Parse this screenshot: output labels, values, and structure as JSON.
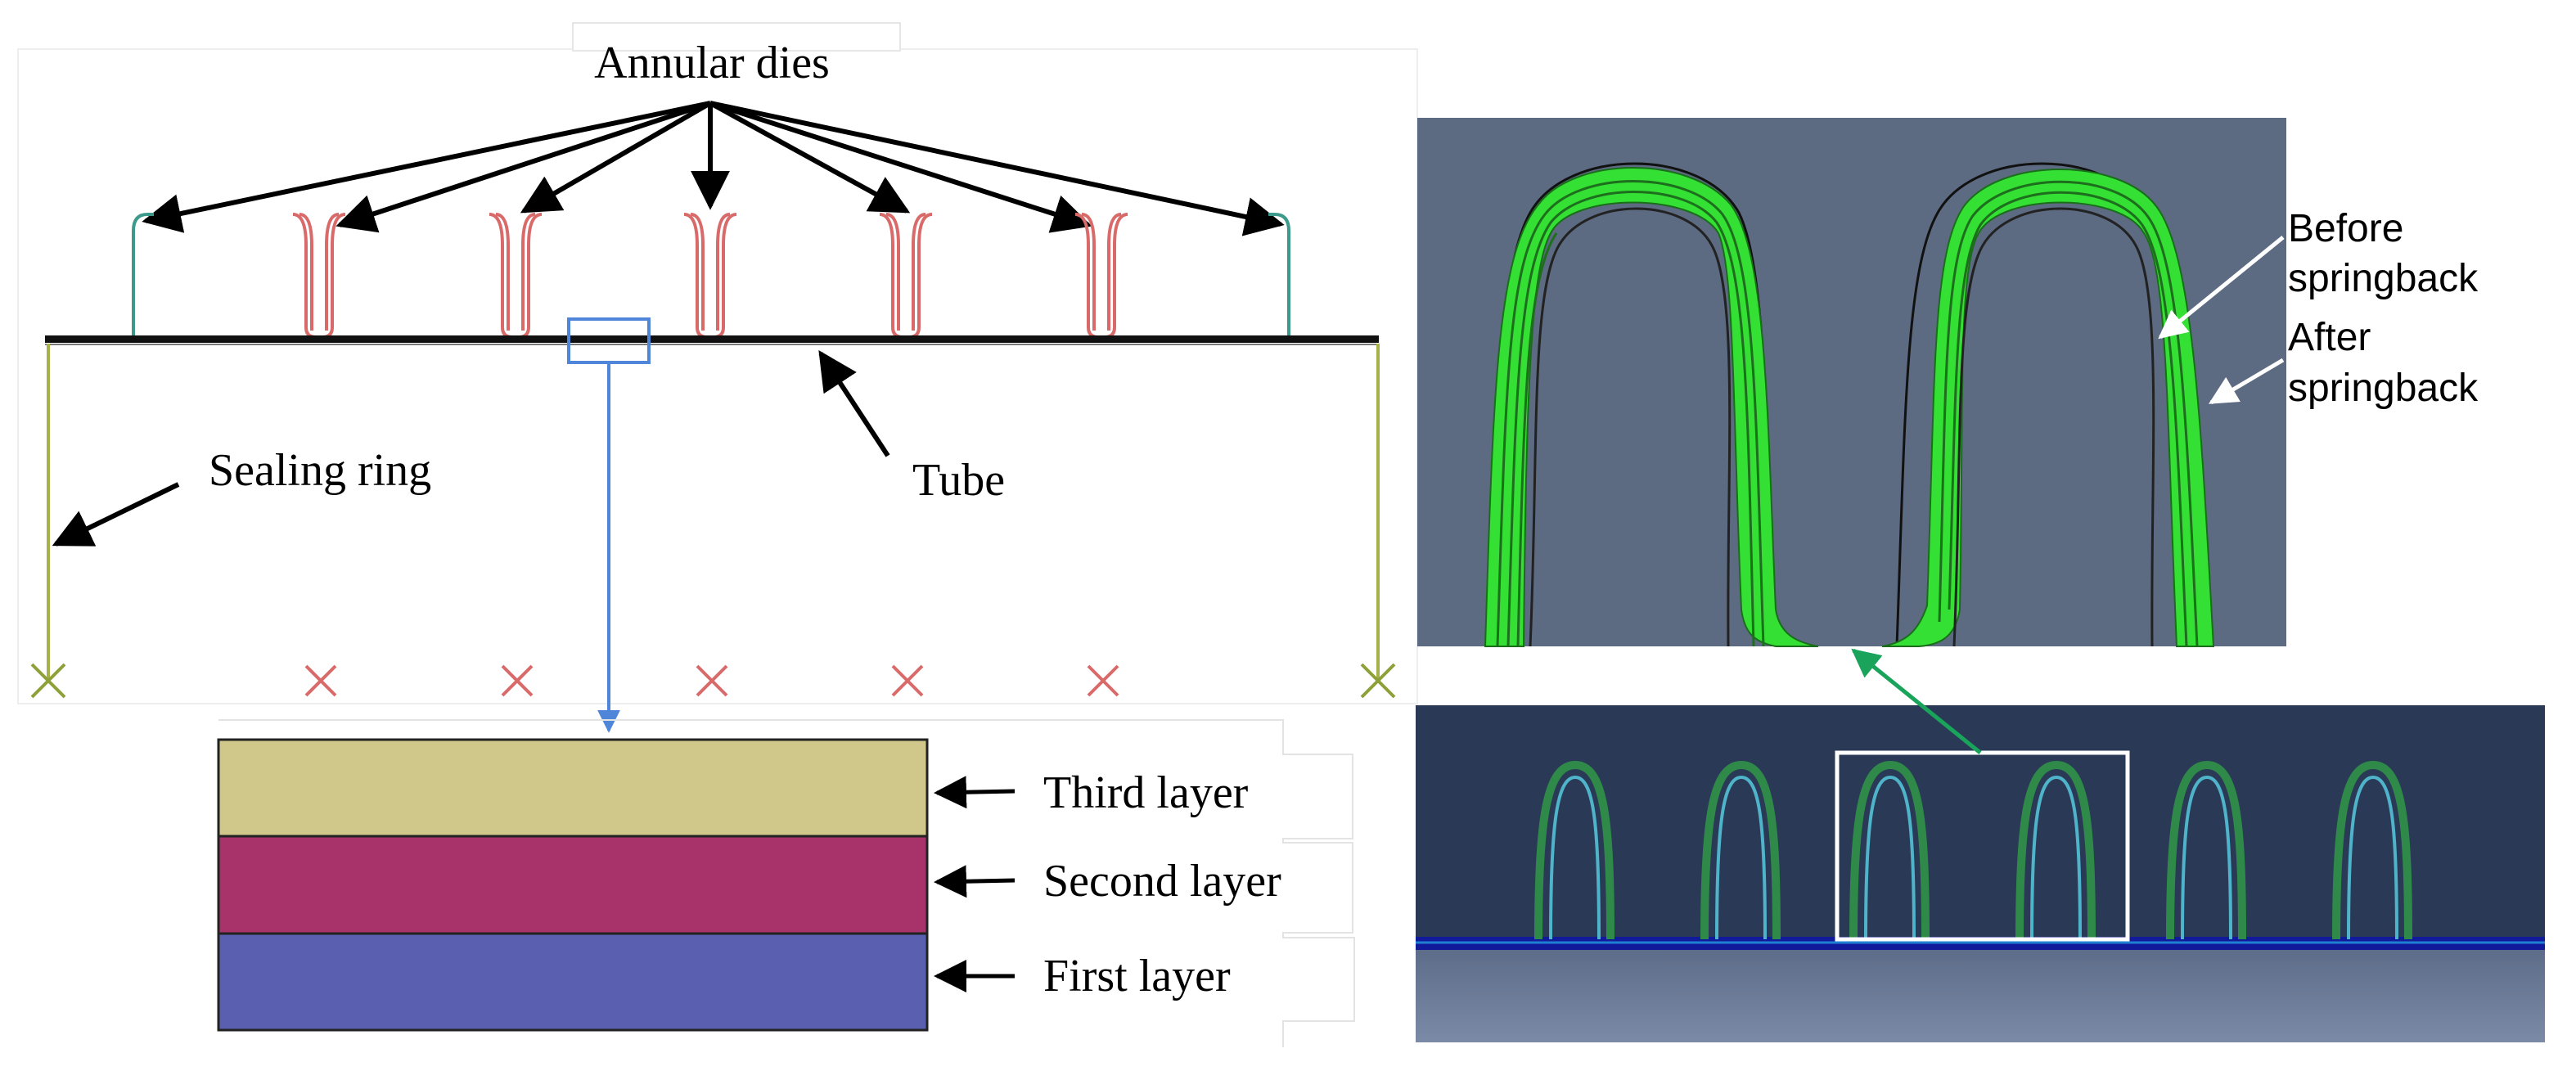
{
  "left_panel": {
    "label_annular_dies": "Annular dies",
    "label_sealing_ring": "Sealing ring",
    "label_tube": "Tube"
  },
  "layer_panel": {
    "label_third_layer": "Third layer",
    "label_second_layer": "Second layer",
    "label_first_layer": "First layer",
    "colors": {
      "third_layer": "#cfc88a",
      "second_layer": "#a8336b",
      "first_layer": "#5a5fb0"
    }
  },
  "springback_panel": {
    "label_before": [
      "Before",
      "springback"
    ],
    "label_after": [
      "After",
      "springback"
    ],
    "colors": {
      "background": "#5c6a82",
      "formed_tube": "#33e033"
    }
  },
  "overview_panel": {
    "colors": {
      "background": "#2a3a56",
      "highlight_box": "#ffffff",
      "link_arrow": "#1aa35a"
    }
  },
  "colors": {
    "die_red": "#d96a6a",
    "die_teal": "#3d9a8a",
    "sealing_ring": "#a8b04a",
    "zoom_box": "#4f86d9"
  }
}
